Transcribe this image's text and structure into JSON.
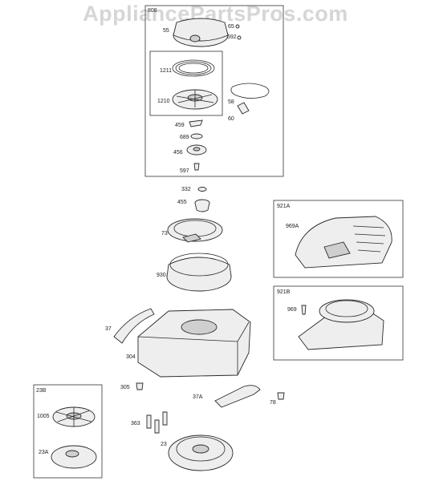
{
  "watermark": "AppliancePartsPros.com",
  "boxes": {
    "b808": "808",
    "b921a": "921A",
    "b921b": "921B",
    "b23b": "23B"
  },
  "parts": {
    "p55": "55",
    "p65": "65",
    "p592": "592",
    "p1211": "1211",
    "p1210": "1210",
    "p58": "58",
    "p60": "60",
    "p459": "459",
    "p689": "689",
    "p456": "456",
    "p597": "597",
    "p332": "332",
    "p455": "455",
    "p73": "73",
    "p930": "930",
    "p37": "37",
    "p304": "304",
    "p305": "305",
    "p37a": "37A",
    "p78": "78",
    "p969a": "969A",
    "p969": "969",
    "p1005": "1005",
    "p23a": "23A",
    "p363": "363",
    "p23": "23"
  }
}
